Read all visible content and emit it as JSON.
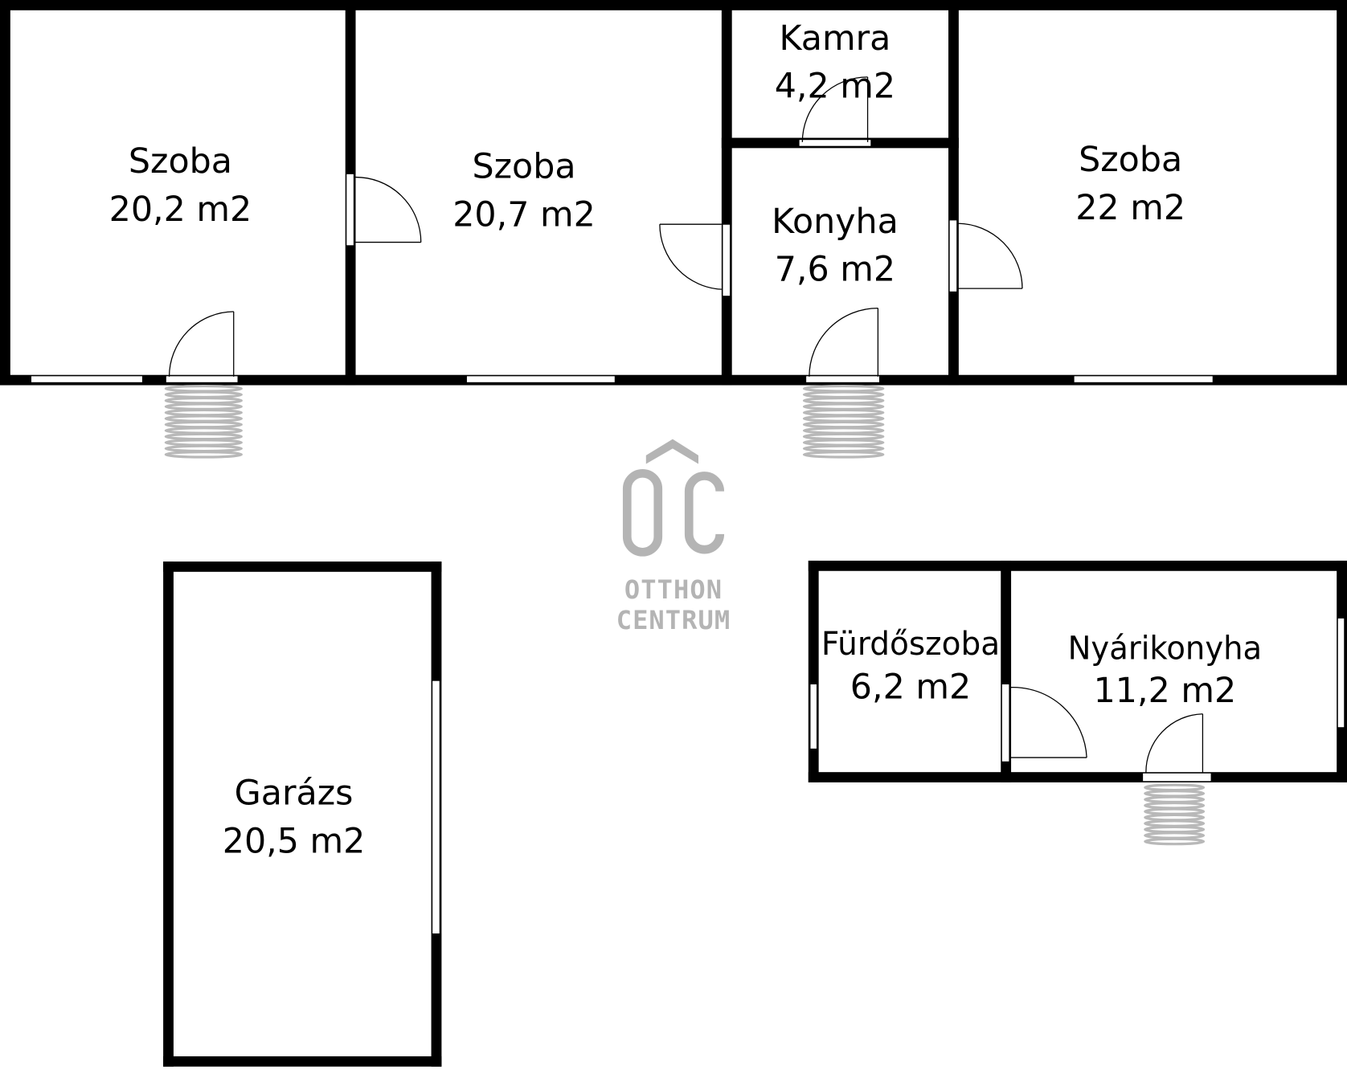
{
  "plan": {
    "type": "floor-plan",
    "rooms": [
      {
        "id": "szoba-1",
        "name": "Szoba",
        "area": "20,2 m2"
      },
      {
        "id": "szoba-2",
        "name": "Szoba",
        "area": "20,7 m2"
      },
      {
        "id": "kamra",
        "name": "Kamra",
        "area": "4,2 m2"
      },
      {
        "id": "konyha",
        "name": "Konyha",
        "area": "7,6 m2"
      },
      {
        "id": "szoba-3",
        "name": "Szoba",
        "area": "22 m2"
      },
      {
        "id": "garazs",
        "name": "Garázs",
        "area": "20,5 m2"
      },
      {
        "id": "furdoszoba",
        "name": "Fürdőszoba",
        "area": "6,2 m2"
      },
      {
        "id": "nyarikonyha",
        "name": "Nyárikonyha",
        "area": "11,2 m2"
      }
    ]
  },
  "logo": {
    "monogram": "OC",
    "line1": "OTTHON",
    "line2": "CENTRUM",
    "color": "#b4b4b4"
  },
  "colors": {
    "wall": "#000000",
    "background": "#ffffff",
    "steps": "#b8b8b8"
  }
}
